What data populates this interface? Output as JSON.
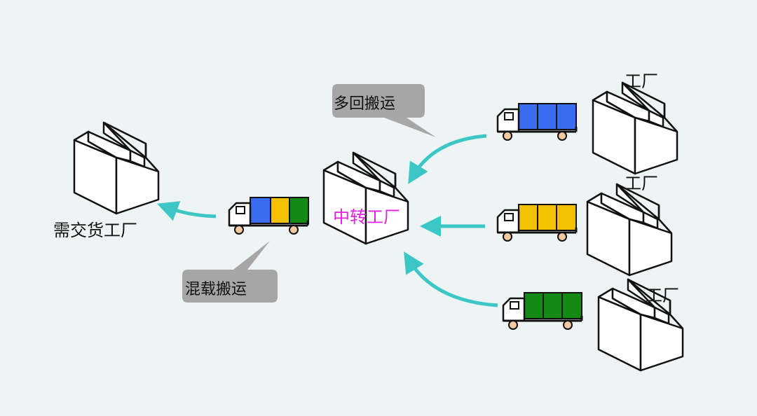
{
  "labels": {
    "destination_factory": "需交货工厂",
    "hub_factory": "中转工厂",
    "source_factory_1": "工厂",
    "source_factory_2": "工厂",
    "source_factory_3": "工厂"
  },
  "callouts": {
    "milk_run": "多回搬运",
    "mixed_load": "混载搬运"
  },
  "colors": {
    "background": "#eef4f3",
    "arrow": "#3cc6c6",
    "callout_fill": "#a6a6a6",
    "hub_label": "#e020e0",
    "cargo_blue": "#3b6cf0",
    "cargo_yellow": "#f2c200",
    "cargo_green": "#148a14",
    "wheel": "#f4c9a0"
  },
  "icons": {
    "factory": "factory-sawtooth-icon",
    "truck": "truck-icon"
  }
}
